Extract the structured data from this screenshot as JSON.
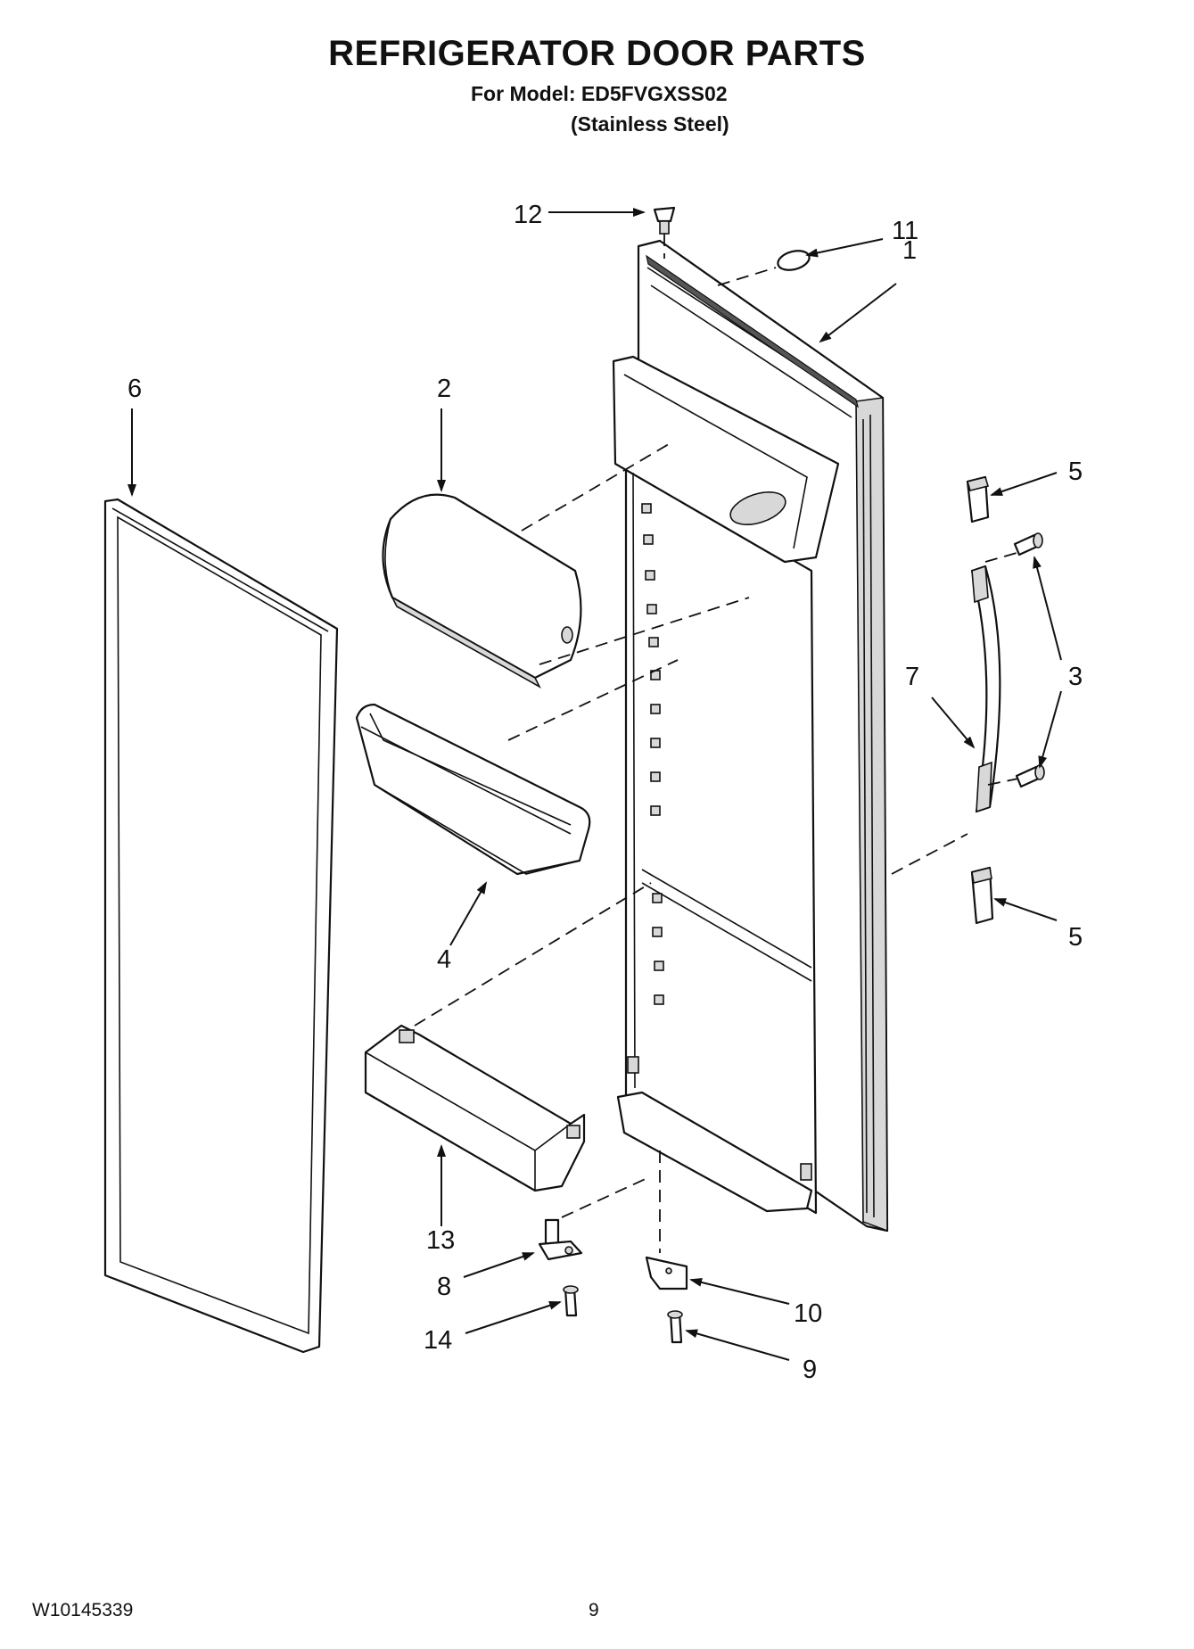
{
  "header": {
    "title": "REFRIGERATOR DOOR PARTS",
    "model_line": "For Model: ED5FVGXSS02",
    "finish_line": "(Stainless Steel)"
  },
  "footer": {
    "doc_number": "W10145339",
    "page_number": "9"
  },
  "callouts": {
    "c1": "1",
    "c2": "2",
    "c3": "3",
    "c4": "4",
    "c5a": "5",
    "c5b": "5",
    "c6": "6",
    "c7": "7",
    "c8": "8",
    "c9": "9",
    "c10": "10",
    "c11": "11",
    "c12": "12",
    "c13": "13",
    "c14": "14"
  }
}
